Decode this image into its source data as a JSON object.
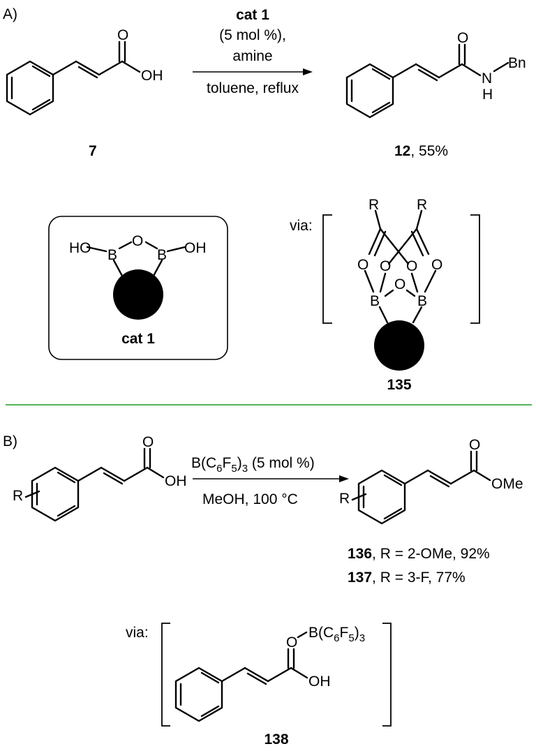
{
  "part_a": {
    "label": "A)",
    "reagent_catalyst": "cat 1",
    "reagent_loading": "(5 mol %),",
    "reagent_amine": "amine",
    "conditions": "toluene, reflux",
    "sm_oh": "OH",
    "sm_o": "O",
    "sm_number": "7",
    "product_o": "O",
    "product_n": "N",
    "product_h": "H",
    "product_bn": "Bn",
    "product_number": "12",
    "product_yield": ", 55%",
    "cat_ho": "HO",
    "cat_b1": "B",
    "cat_o": "O",
    "cat_b2": "B",
    "cat_oh": "OH",
    "cat_label": "cat 1",
    "via": "via:",
    "int_r1": "R",
    "int_r2": "R",
    "int_o1": "O",
    "int_o2": "O",
    "int_o3": "O",
    "int_o4": "O",
    "int_o5": "O",
    "int_b1": "B",
    "int_b2": "B",
    "int_number": "135"
  },
  "part_b": {
    "label": "B)",
    "reagent_pre": "B(C",
    "reagent_6": "6",
    "reagent_f": "F",
    "reagent_5": "5",
    "reagent_3": ")",
    "reagent_3b": "3",
    "reagent_loading": " (5 mol %)",
    "conditions": "MeOH, 100 °C",
    "sm_r": "R",
    "sm_o": "O",
    "sm_oh": "OH",
    "prod_r": "R",
    "prod_o": "O",
    "prod_ome": "OMe",
    "line1_num": "136",
    "line1_text": ", R = 2-OMe, 92%",
    "line2_num": "137",
    "line2_text": ", R = 3-F, 77%",
    "via": "via:",
    "int_o": "O",
    "int_bpre": "B(C",
    "int_6": "6",
    "int_f": "F",
    "int_5": "5",
    "int_close": ")",
    "int_3": "3",
    "int_o2": "O",
    "int_oh": "OH",
    "int_number": "138"
  }
}
